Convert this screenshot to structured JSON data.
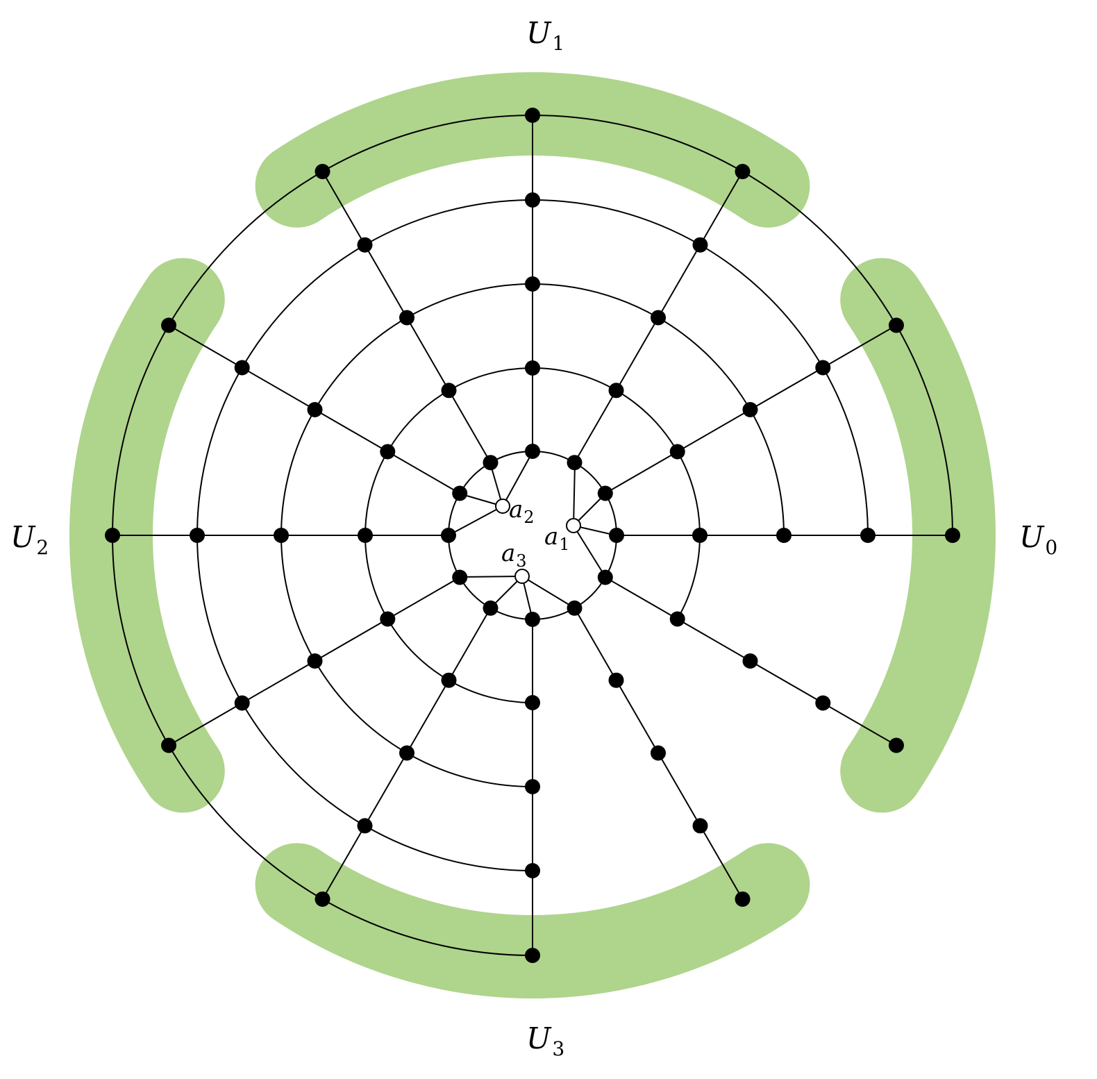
{
  "diagram": {
    "colors": {
      "highlight": "#afd48c",
      "edge": "#000000",
      "vertex": "#000000",
      "special_vertex_fill": "#ffffff"
    },
    "region_labels": [
      {
        "id": "U0",
        "base": "U",
        "sub": "0"
      },
      {
        "id": "U1",
        "base": "U",
        "sub": "1"
      },
      {
        "id": "U2",
        "base": "U",
        "sub": "2"
      },
      {
        "id": "U3",
        "base": "U",
        "sub": "3"
      }
    ],
    "special_vertices": [
      {
        "id": "a1",
        "base": "a",
        "sub": "1"
      },
      {
        "id": "a2",
        "base": "a",
        "sub": "2"
      },
      {
        "id": "a3",
        "base": "a",
        "sub": "3"
      }
    ],
    "ring_count": 5,
    "spoke_count": 12
  }
}
